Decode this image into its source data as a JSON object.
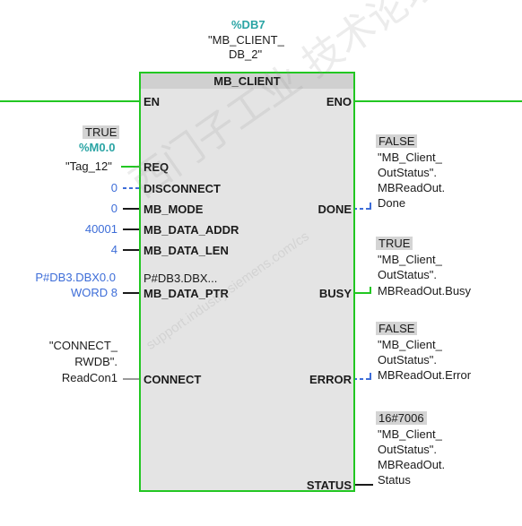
{
  "instance": {
    "db": "%DB7",
    "name_line1": "\"MB_CLIENT_",
    "name_line2": "DB_2\""
  },
  "block": {
    "title": "MB_CLIENT",
    "en": "EN",
    "eno": "ENO"
  },
  "inputs": {
    "req": {
      "pin": "REQ",
      "value": "TRUE",
      "address": "%M0.0",
      "tag": "\"Tag_12\""
    },
    "disconnect": {
      "pin": "DISCONNECT",
      "value": "0"
    },
    "mb_mode": {
      "pin": "MB_MODE",
      "value": "0"
    },
    "mb_data_addr": {
      "pin": "MB_DATA_ADDR",
      "value": "40001"
    },
    "mb_data_len": {
      "pin": "MB_DATA_LEN",
      "value": "4"
    },
    "mb_data_ptr": {
      "pin": "MB_DATA_PTR",
      "pin_hint": "P#DB3.DBX...",
      "value_line1": "P#DB3.DBX0.0",
      "value_line2": "WORD 8"
    },
    "connect": {
      "pin": "CONNECT",
      "tag_line1": "\"CONNECT_",
      "tag_line2": "RWDB\".",
      "tag_line3": "ReadCon1"
    }
  },
  "outputs": {
    "done": {
      "pin": "DONE",
      "value": "FALSE",
      "line1": "\"MB_Client_",
      "line2": "OutStatus\".",
      "line3": "MBReadOut.",
      "line4": "Done"
    },
    "busy": {
      "pin": "BUSY",
      "value": "TRUE",
      "line1": "\"MB_Client_",
      "line2": "OutStatus\".",
      "line3": "MBReadOut.Busy"
    },
    "error": {
      "pin": "ERROR",
      "value": "FALSE",
      "line1": "\"MB_Client_",
      "line2": "OutStatus\".",
      "line3": "MBReadOut.Error"
    },
    "status": {
      "pin": "STATUS",
      "value": "16#7006",
      "line1": "\"MB_Client_",
      "line2": "OutStatus\".",
      "line3": "MBReadOut.",
      "line4": "Status"
    }
  },
  "watermark": {
    "text1": "西门子工业 技术论坛",
    "text2": "support.industry.siemens.com/cs"
  },
  "colors": {
    "wire_green": "#22c722",
    "wire_blue": "#3d6dd8",
    "wire_black": "#1b1b1b",
    "value_blue": "#3d6dd8",
    "address_teal": "#2aa4a4"
  }
}
